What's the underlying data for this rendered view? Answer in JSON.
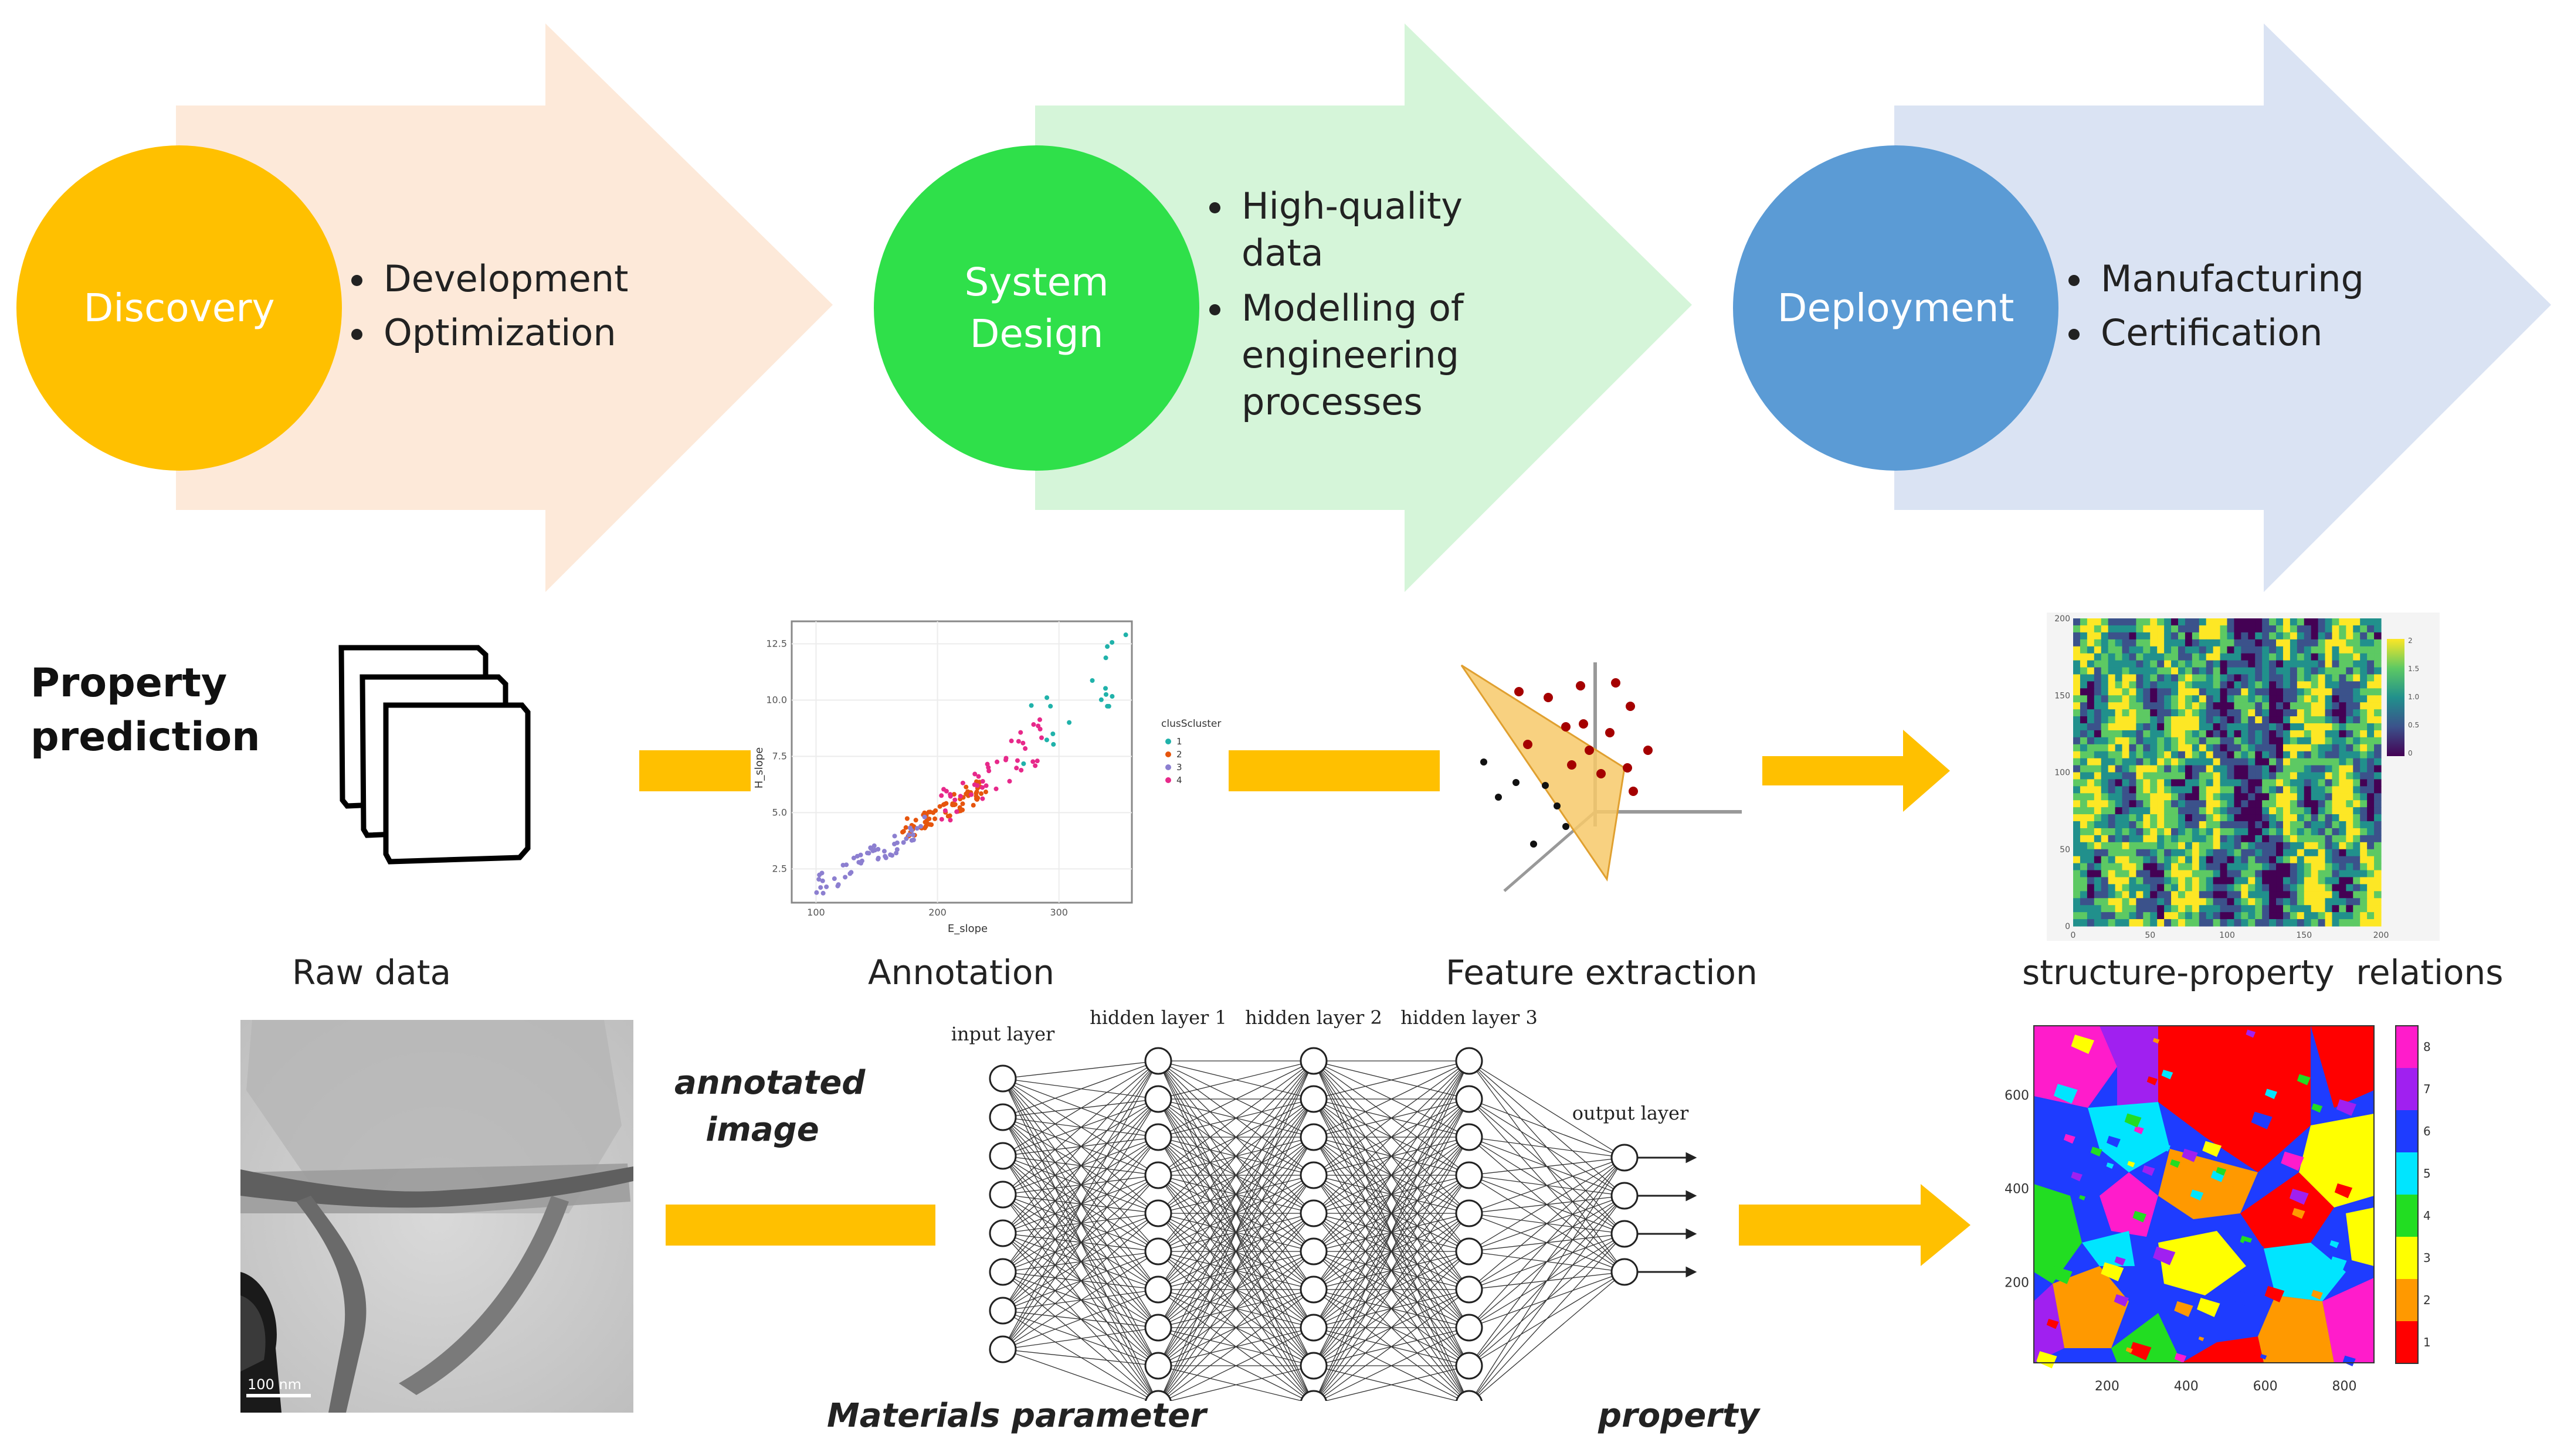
{
  "stages": [
    {
      "id": "discovery",
      "title": "Discovery",
      "bullets": [
        "Development",
        "Optimization"
      ],
      "circle_color": "#FFC000",
      "arrow_color": "#FDE9D9"
    },
    {
      "id": "system-design",
      "title": "System Design",
      "title_lines": [
        "System",
        "Design"
      ],
      "bullets": [
        "High-quality data",
        "Modelling of engineering processes"
      ],
      "bullet_lines": [
        [
          "High-quality",
          "data"
        ],
        [
          "Modelling of",
          "engineering",
          "processes"
        ]
      ],
      "circle_color": "#2FE04A",
      "arrow_color": "#D5F5D9"
    },
    {
      "id": "deployment",
      "title": "Deployment",
      "bullets": [
        "Manufacturing",
        "Certification"
      ],
      "circle_color": "#5B9BD5",
      "arrow_color": "#DAE3F3"
    }
  ],
  "property_prediction": {
    "label_lines": [
      "Property",
      "prediction"
    ]
  },
  "pipeline": {
    "raw_data": "Raw data",
    "annotation": "Annotation",
    "feature_extraction": "Feature extraction",
    "structure_property": "structure-property  relations",
    "arrow_color": "#FFC000"
  },
  "scatter_plot": {
    "xlabel": "E_slope",
    "ylabel": "H_slope",
    "legend_title": "clusScluster",
    "legend_items": [
      "1",
      "2",
      "3",
      "4"
    ],
    "legend_colors": [
      "#20B2AA",
      "#E6550D",
      "#8C7FD0",
      "#E7298A"
    ],
    "x_ticks": [
      "100",
      "200",
      "300"
    ],
    "y_ticks": [
      "2.5",
      "5.0",
      "7.5",
      "10.0",
      "12.5"
    ]
  },
  "heatmap_top": {
    "x_ticks": [
      "0",
      "50",
      "100",
      "150",
      "200"
    ],
    "y_ticks": [
      "0",
      "50",
      "100",
      "150",
      "200"
    ],
    "colorbar_ticks": [
      "2",
      "1.5",
      "1.0",
      "0.5",
      "0"
    ]
  },
  "neural_network": {
    "input_layer": "input layer",
    "hidden_layer_1": "hidden layer 1",
    "hidden_layer_2": "hidden layer 2",
    "hidden_layer_3": "hidden layer 3",
    "output_layer": "output layer",
    "input_caption": "Materials parameter",
    "output_caption": "property",
    "annotated_lines": [
      "annotated",
      "image"
    ]
  },
  "tem_image": {
    "scale_bar": "100 nm"
  },
  "grain_map": {
    "x_ticks": [
      "200",
      "400",
      "600",
      "800"
    ],
    "y_ticks": [
      "600",
      "400",
      "200"
    ],
    "colorbar_ticks": [
      "8",
      "7",
      "6",
      "5",
      "4",
      "3",
      "2",
      "1"
    ],
    "colorbar_colors": [
      "#FF1CCB",
      "#A020F0",
      "#1E3CFF",
      "#00E5FF",
      "#22DD22",
      "#FFFF00",
      "#FF9900",
      "#FF0000"
    ]
  }
}
